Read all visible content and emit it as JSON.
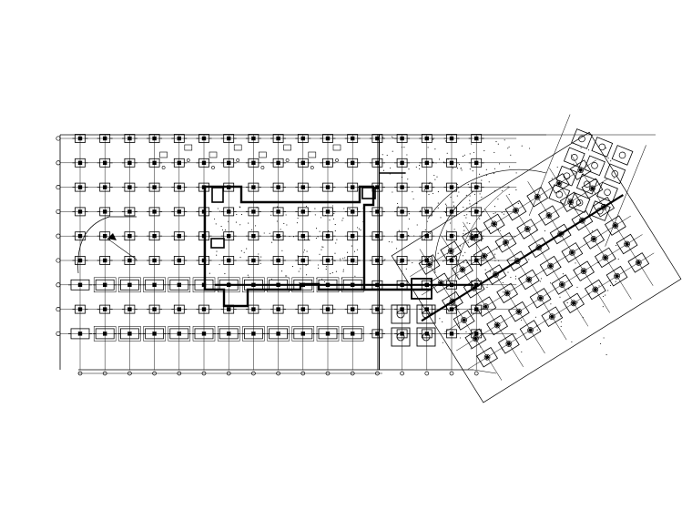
{
  "drawing": {
    "kind": "structural foundation plan",
    "line_color": "#000000",
    "background_color": "#ffffff",
    "grid": {
      "columns": 17,
      "rows": 9
    },
    "rotated_wing": {
      "rotation_deg": -32,
      "columns": 8,
      "rows": 6
    },
    "elements": [
      "column-footings",
      "pile-caps",
      "tie-beams",
      "core-walls",
      "grid-axis-bubbles",
      "ramp-arc",
      "curved-wing-arcs"
    ]
  }
}
